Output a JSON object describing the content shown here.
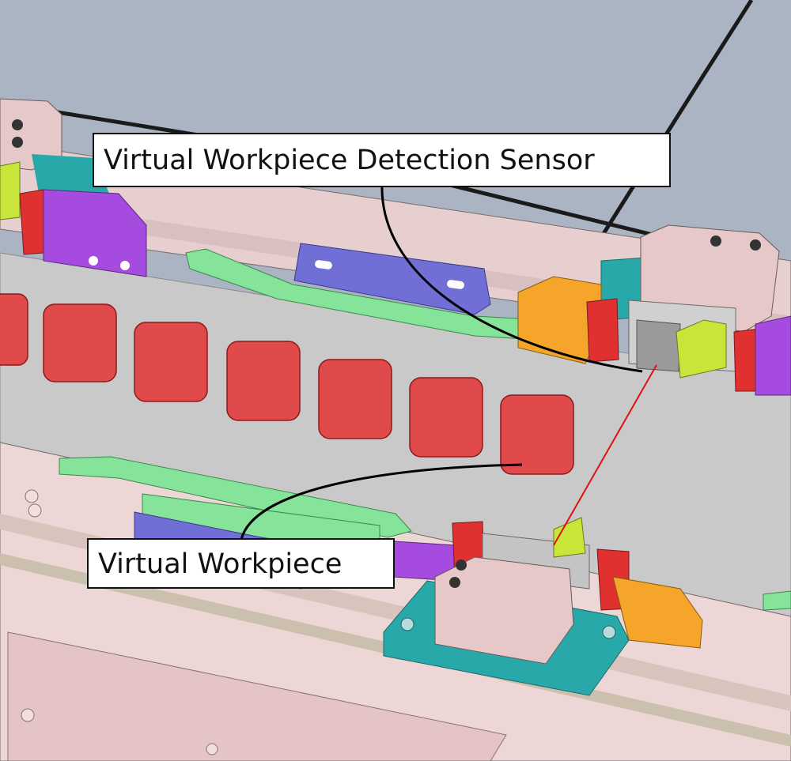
{
  "scene": {
    "description_labels": {
      "sensor": "Virtual Workpiece Detection Sensor",
      "workpiece": "Virtual Workpiece"
    },
    "colors": {
      "background": "#aab4c2",
      "conveyor_belt": "#c9c9c9",
      "rail": "#e8cfcf",
      "workpiece": "#e04a4a",
      "guide_green": "#86e39a",
      "bracket_purple": "#a64be0",
      "plate_blue": "#6f6fd6",
      "orange_block": "#f5a52a",
      "teal_plate": "#28a8a8",
      "lime_part": "#c8e63a",
      "sensor_beam": "#e01010"
    },
    "workpiece_count": 7
  }
}
